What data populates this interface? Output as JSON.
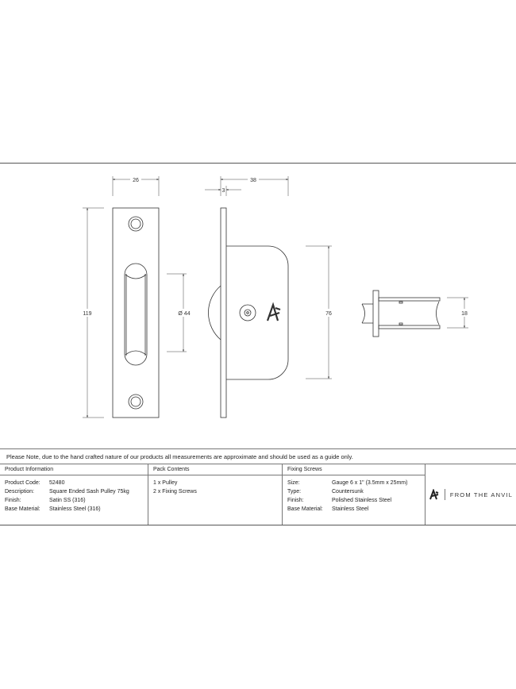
{
  "dimensions": {
    "width": "26",
    "height": "119",
    "diameter": "Ø 44",
    "depth": "38",
    "plate": "3",
    "body_height": "76",
    "end_width": "18"
  },
  "note": "Please Note, due to the hand crafted nature of our products all measurements are approximate and should be used as a guide only.",
  "product_info": {
    "title": "Product Information",
    "rows": [
      {
        "k": "Product Code:",
        "v": "52480"
      },
      {
        "k": "Description:",
        "v": "Square Ended Sash Pulley 75kg"
      },
      {
        "k": "Finish:",
        "v": "Satin SS (316)"
      },
      {
        "k": "Base Material:",
        "v": "Stainless Steel (316)"
      }
    ]
  },
  "pack_contents": {
    "title": "Pack Contents",
    "items": [
      "1 x Pulley",
      "2 x Fixing Screws"
    ]
  },
  "fixing_screws": {
    "title": "Fixing Screws",
    "rows": [
      {
        "k": "Size:",
        "v": "Gauge 6 x 1\" (3.5mm x 25mm)"
      },
      {
        "k": "Type:",
        "v": "Countersunk"
      },
      {
        "k": "Finish:",
        "v": "Polished Stainless Steel"
      },
      {
        "k": "Base Material:",
        "v": "Stainless Steel"
      }
    ]
  },
  "brand": {
    "name": "FROM THE ANVIL",
    "logo_icon": "anvil-logo-icon"
  }
}
